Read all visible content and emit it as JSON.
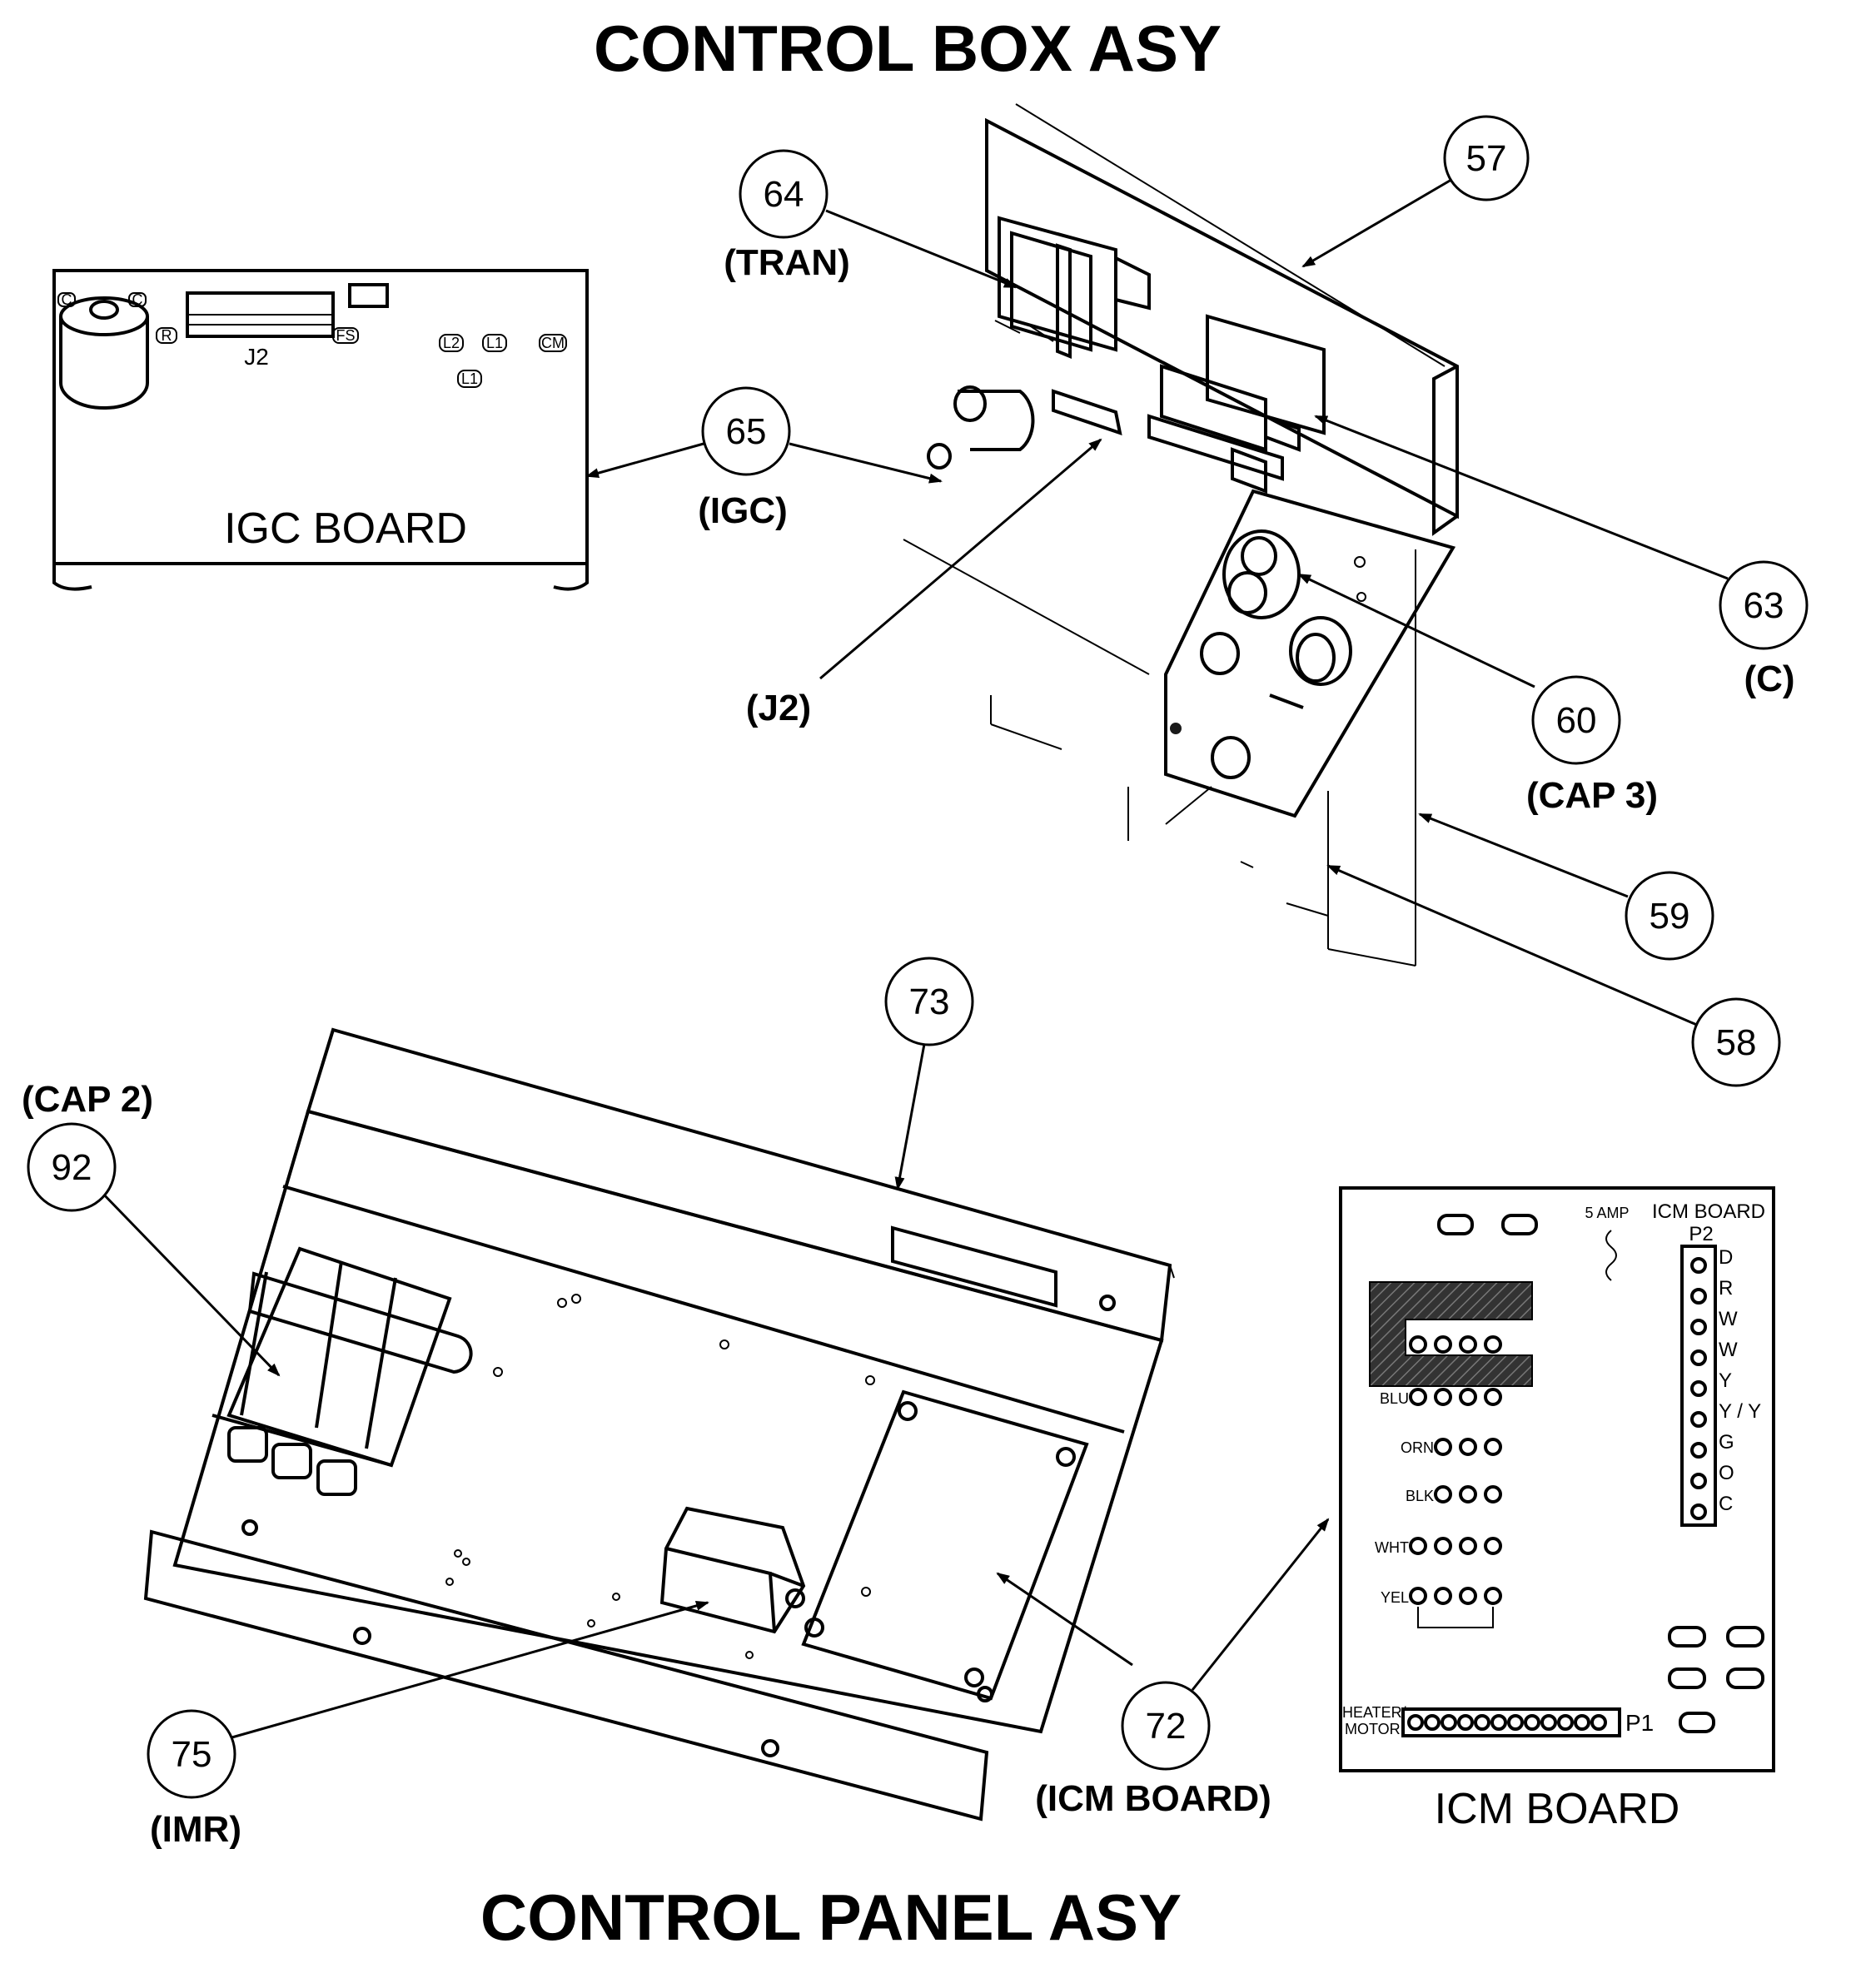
{
  "titles": {
    "control_box": "CONTROL BOX ASY",
    "control_panel": "CONTROL PANEL ASY"
  },
  "igc_board": {
    "name": "IGC BOARD",
    "connector": "J2",
    "terminals": [
      "C",
      "C",
      "R",
      "FS",
      "L2",
      "L1",
      "CM",
      "L1"
    ]
  },
  "icm_board": {
    "name": "ICM BOARD",
    "header_label": "ICM BOARD",
    "fuse_label": "5 AMP",
    "p2_label": "P2",
    "p2_pins": [
      "D",
      "R",
      "W",
      "W",
      "Y",
      "Y / Y",
      "G",
      "O",
      "C"
    ],
    "wire_rows": [
      "BLU",
      "ORN",
      "BLK",
      "WHT",
      "YEL"
    ],
    "p1_label": "P1",
    "heater_label_1": "HEATER/",
    "heater_label_2": "MOTOR"
  },
  "callouts": [
    {
      "id": "c57",
      "number": "57",
      "label": ""
    },
    {
      "id": "c64",
      "number": "64",
      "label": "(TRAN)"
    },
    {
      "id": "c65",
      "number": "65",
      "label": "(IGC)"
    },
    {
      "id": "c63",
      "number": "63",
      "label": "(C)"
    },
    {
      "id": "c60",
      "number": "60",
      "label": "(CAP 3)"
    },
    {
      "id": "c59",
      "number": "59",
      "label": ""
    },
    {
      "id": "c58",
      "number": "58",
      "label": ""
    },
    {
      "id": "c73",
      "number": "73",
      "label": ""
    },
    {
      "id": "c92",
      "number": "92",
      "label": "(CAP 2)"
    },
    {
      "id": "c75",
      "number": "75",
      "label": "(IMR)"
    },
    {
      "id": "c72",
      "number": "72",
      "label": "(ICM BOARD)"
    }
  ],
  "j2_label": "(J2)"
}
